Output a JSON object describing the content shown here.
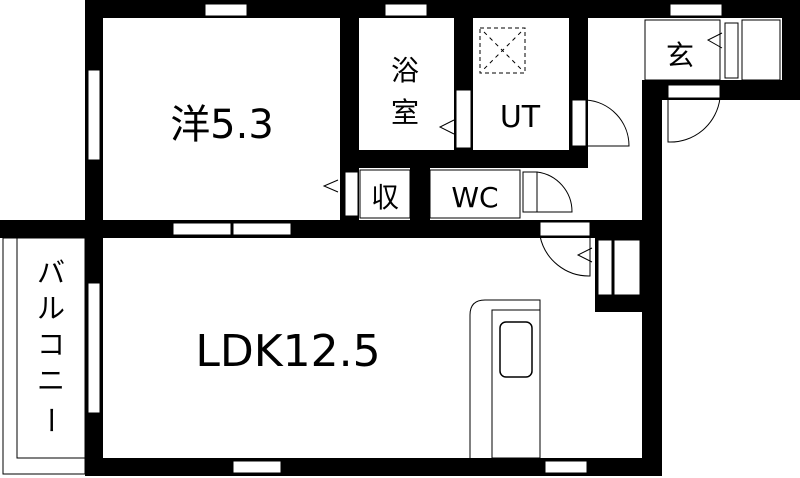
{
  "floor_plan": {
    "rooms": {
      "western_room": "洋5.3",
      "bath_line1": "浴",
      "bath_line2": "室",
      "utility": "UT",
      "storage": "収",
      "toilet": "WC",
      "entrance": "玄",
      "ldk": "LDK12.5",
      "balcony_chars": [
        "バ",
        "ル",
        "コ",
        "ニ",
        "ー"
      ]
    },
    "colors": {
      "wall": "#000000",
      "background": "#ffffff"
    }
  }
}
